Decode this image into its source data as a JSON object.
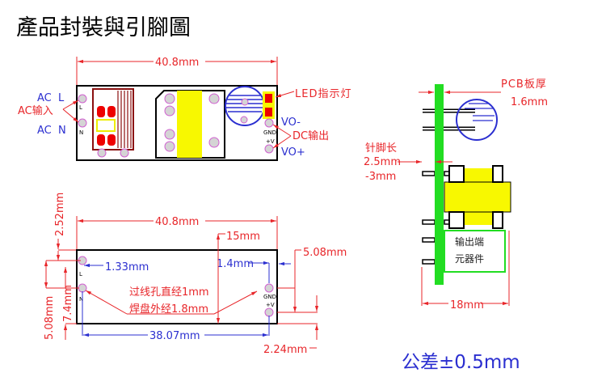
{
  "title": "產品封裝與引腳圖",
  "top_view": {
    "width_label": "40.8mm",
    "ac_l": "AC  L",
    "ac_input": "AC输入",
    "ac_n": "AC  N",
    "pin_l": "L",
    "pin_n": "N",
    "pin_gnd": "GND",
    "pin_v": "+V",
    "vo_minus": "VO-",
    "vo_plus": "VO+",
    "dc_output": "DC输出",
    "led": "LED指示灯"
  },
  "bottom_view": {
    "width_label": "40.8mm",
    "top_margin": "2.52mm",
    "pin_offset_left": "1.33mm",
    "pin_offset_right": "1.4mm",
    "height_15": "15mm",
    "pin_spacing_right": "5.08mm",
    "hole_diameter": "过线孔直经1mm",
    "pad_diameter": "焊盘外经1.8mm",
    "pin_span": "38.07mm",
    "bottom_margin": "2.24mm",
    "pin_spacing_left": "5.08mm",
    "left_height": "7.4mm",
    "pin_l": "L",
    "pin_n": "N",
    "pin_gnd": "GND",
    "pin_v": "+V"
  },
  "side_view": {
    "pcb_thickness_title": "PCB板厚",
    "pcb_thickness": "1.6mm",
    "pin_length_title": "针脚长",
    "pin_length_1": "2.5mm",
    "pin_length_2": "-3mm",
    "output_1": "输出端",
    "output_2": "元器件",
    "height": "18mm"
  },
  "tolerance": "公差±0.5mm",
  "colors": {
    "red": "#e8262a",
    "blue": "#2b2fd0",
    "green": "#22dd22",
    "yellow": "#f8f800"
  }
}
